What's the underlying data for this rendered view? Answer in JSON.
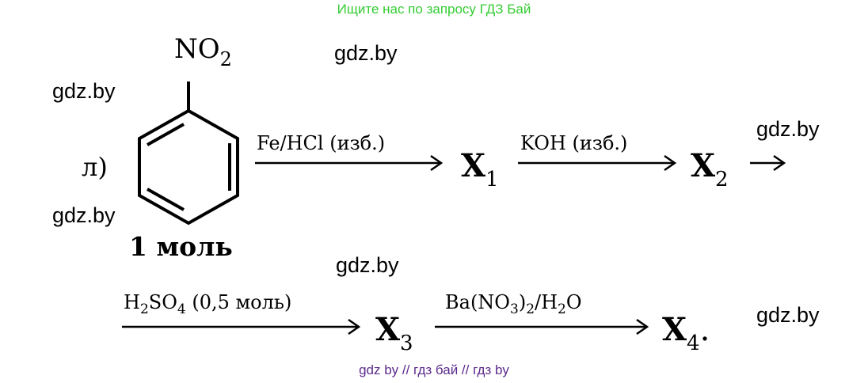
{
  "banner_top": {
    "text": "Ищите нас по запросу ГДЗ Бай",
    "color": "#33cc33"
  },
  "banner_bottom": {
    "text": "gdz by  //  гдз бай  //  гдз by",
    "color": "#5b2a8c"
  },
  "watermarks": [
    "gdz.by",
    "gdz.by",
    "gdz.by",
    "gdz.by",
    "gdz.by",
    "gdz.by"
  ],
  "scheme": {
    "item_label": "л)",
    "substituent": {
      "main": "NO",
      "sub": "2"
    },
    "reactant_amount": "1 моль",
    "steps": [
      {
        "reagent": "Fe/HCl (изб.)",
        "product_main": "X",
        "product_sub": "1"
      },
      {
        "reagent": "KOH (изб.)",
        "product_main": "X",
        "product_sub": "2"
      },
      {
        "reagent_h": "H",
        "reagent_h_sub": "2",
        "reagent_so": "SO",
        "reagent_so_sub": "4",
        "reagent_rest": " (0,5 моль)",
        "product_main": "X",
        "product_sub": "3"
      },
      {
        "reagent_ba": "Ba(NO",
        "reagent_ba_sub1": "3",
        "reagent_ba_mid": ")",
        "reagent_ba_sub2": "2",
        "reagent_ba_rest": "/H",
        "reagent_ba_sub3": "2",
        "reagent_ba_end": "O",
        "product_main": "X",
        "product_sub": "4",
        "product_end": "."
      }
    ]
  }
}
